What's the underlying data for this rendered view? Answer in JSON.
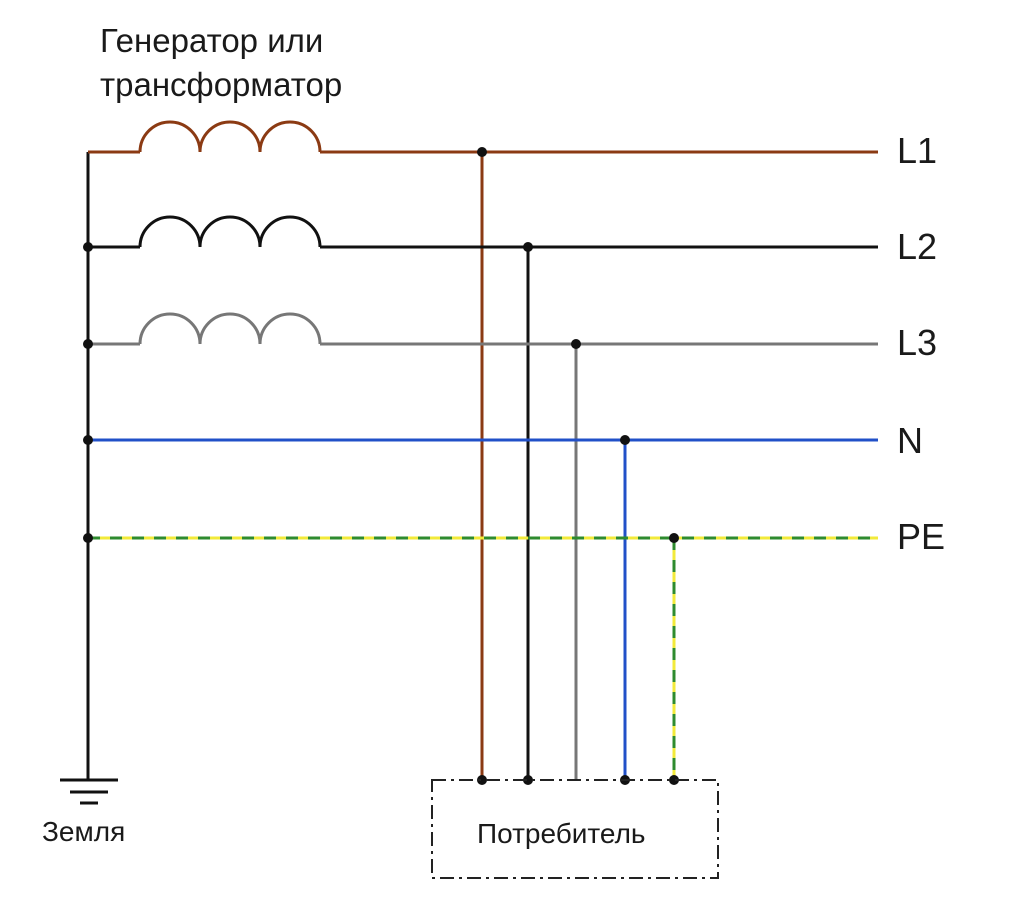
{
  "title": {
    "line1": "Генератор или",
    "line2": "трансформатор"
  },
  "ground_label": "Земля",
  "consumer_label": "Потребитель",
  "conductors": [
    {
      "id": "L1",
      "label": "L1",
      "color": "#8b3a13"
    },
    {
      "id": "L2",
      "label": "L2",
      "color": "#111111"
    },
    {
      "id": "L3",
      "label": "L3",
      "color": "#777777"
    },
    {
      "id": "N",
      "label": "N",
      "color": "#2150c8"
    },
    {
      "id": "PE",
      "label": "PE",
      "color": "#f2ea3a",
      "dash_color": "#2e8b2e"
    }
  ]
}
